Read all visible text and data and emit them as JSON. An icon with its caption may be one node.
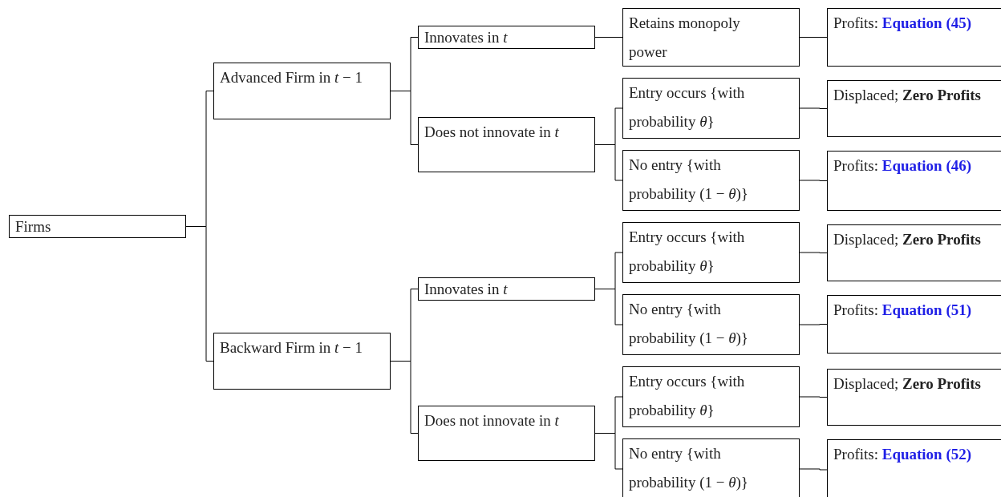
{
  "diagram": {
    "nodes": [
      {
        "text": [
          "Firms"
        ]
      },
      {
        "text": [
          "Advanced Firm in *t* − 1"
        ]
      },
      {
        "text": [
          "Innovates in *t*"
        ]
      },
      {
        "text": [
          "Retains monopoly power"
        ]
      },
      {
        "text": [
          "Profits: **Equation (45)**"
        ]
      },
      {
        "text": [
          "Does not innovate in *t*"
        ]
      },
      {
        "text": [
          "Entry occurs {with probability *θ*}"
        ]
      },
      {
        "text": [
          "Displaced; **Zero Profits**"
        ]
      },
      {
        "text": [
          "No entry {with probability (1 − *θ*)}"
        ]
      },
      {
        "text": [
          "Profits: **Equation (46)**"
        ]
      },
      {
        "text": [
          "Backward Firm in *t* − 1"
        ]
      },
      {
        "text": [
          "Innovates in *t*"
        ]
      },
      {
        "text": [
          "Entry occurs {with probability *θ*}"
        ]
      },
      {
        "text": [
          "Displaced; **Zero Profits**"
        ]
      },
      {
        "text": [
          "No entry {with probability (1 − *θ*)}"
        ]
      },
      {
        "text": [
          "Profits: **Equation (51)**"
        ]
      },
      {
        "text": [
          "Does not innovate in *t*"
        ]
      },
      {
        "text": [
          "Entry occurs {with probability *θ*}"
        ]
      },
      {
        "text": [
          "Displaced; **Zero Profits**"
        ]
      },
      {
        "text": [
          "No entry {with probability (1 − *θ*)}"
        ]
      },
      {
        "text": [
          "Profits: **Equation (52)**"
        ]
      }
    ],
    "edges": [
      {
        "from": 0,
        "to": 1,
        "arrow": "none"
      },
      {
        "from": 0,
        "to": 10,
        "arrow": "none"
      },
      {
        "from": 1,
        "to": 2,
        "arrow": "none"
      },
      {
        "from": 1,
        "to": 5,
        "arrow": "none"
      },
      {
        "from": 2,
        "to": 3,
        "arrow": "none"
      },
      {
        "from": 3,
        "to": 4,
        "arrow": "none"
      },
      {
        "from": 5,
        "to": 6,
        "arrow": "none"
      },
      {
        "from": 5,
        "to": 8,
        "arrow": "none"
      },
      {
        "from": 6,
        "to": 7,
        "arrow": "none"
      },
      {
        "from": 8,
        "to": 9,
        "arrow": "none"
      },
      {
        "from": 10,
        "to": 11,
        "arrow": "none"
      },
      {
        "from": 10,
        "to": 16,
        "arrow": "none"
      },
      {
        "from": 11,
        "to": 12,
        "arrow": "none"
      },
      {
        "from": 11,
        "to": 14,
        "arrow": "none"
      },
      {
        "from": 12,
        "to": 13,
        "arrow": "none"
      },
      {
        "from": 14,
        "to": 15,
        "arrow": "none"
      },
      {
        "from": 16,
        "to": 17,
        "arrow": "none"
      },
      {
        "from": 16,
        "to": 19,
        "arrow": "none"
      },
      {
        "from": 17,
        "to": 18,
        "arrow": "none"
      },
      {
        "from": 19,
        "to": 20,
        "arrow": "none"
      }
    ]
  }
}
